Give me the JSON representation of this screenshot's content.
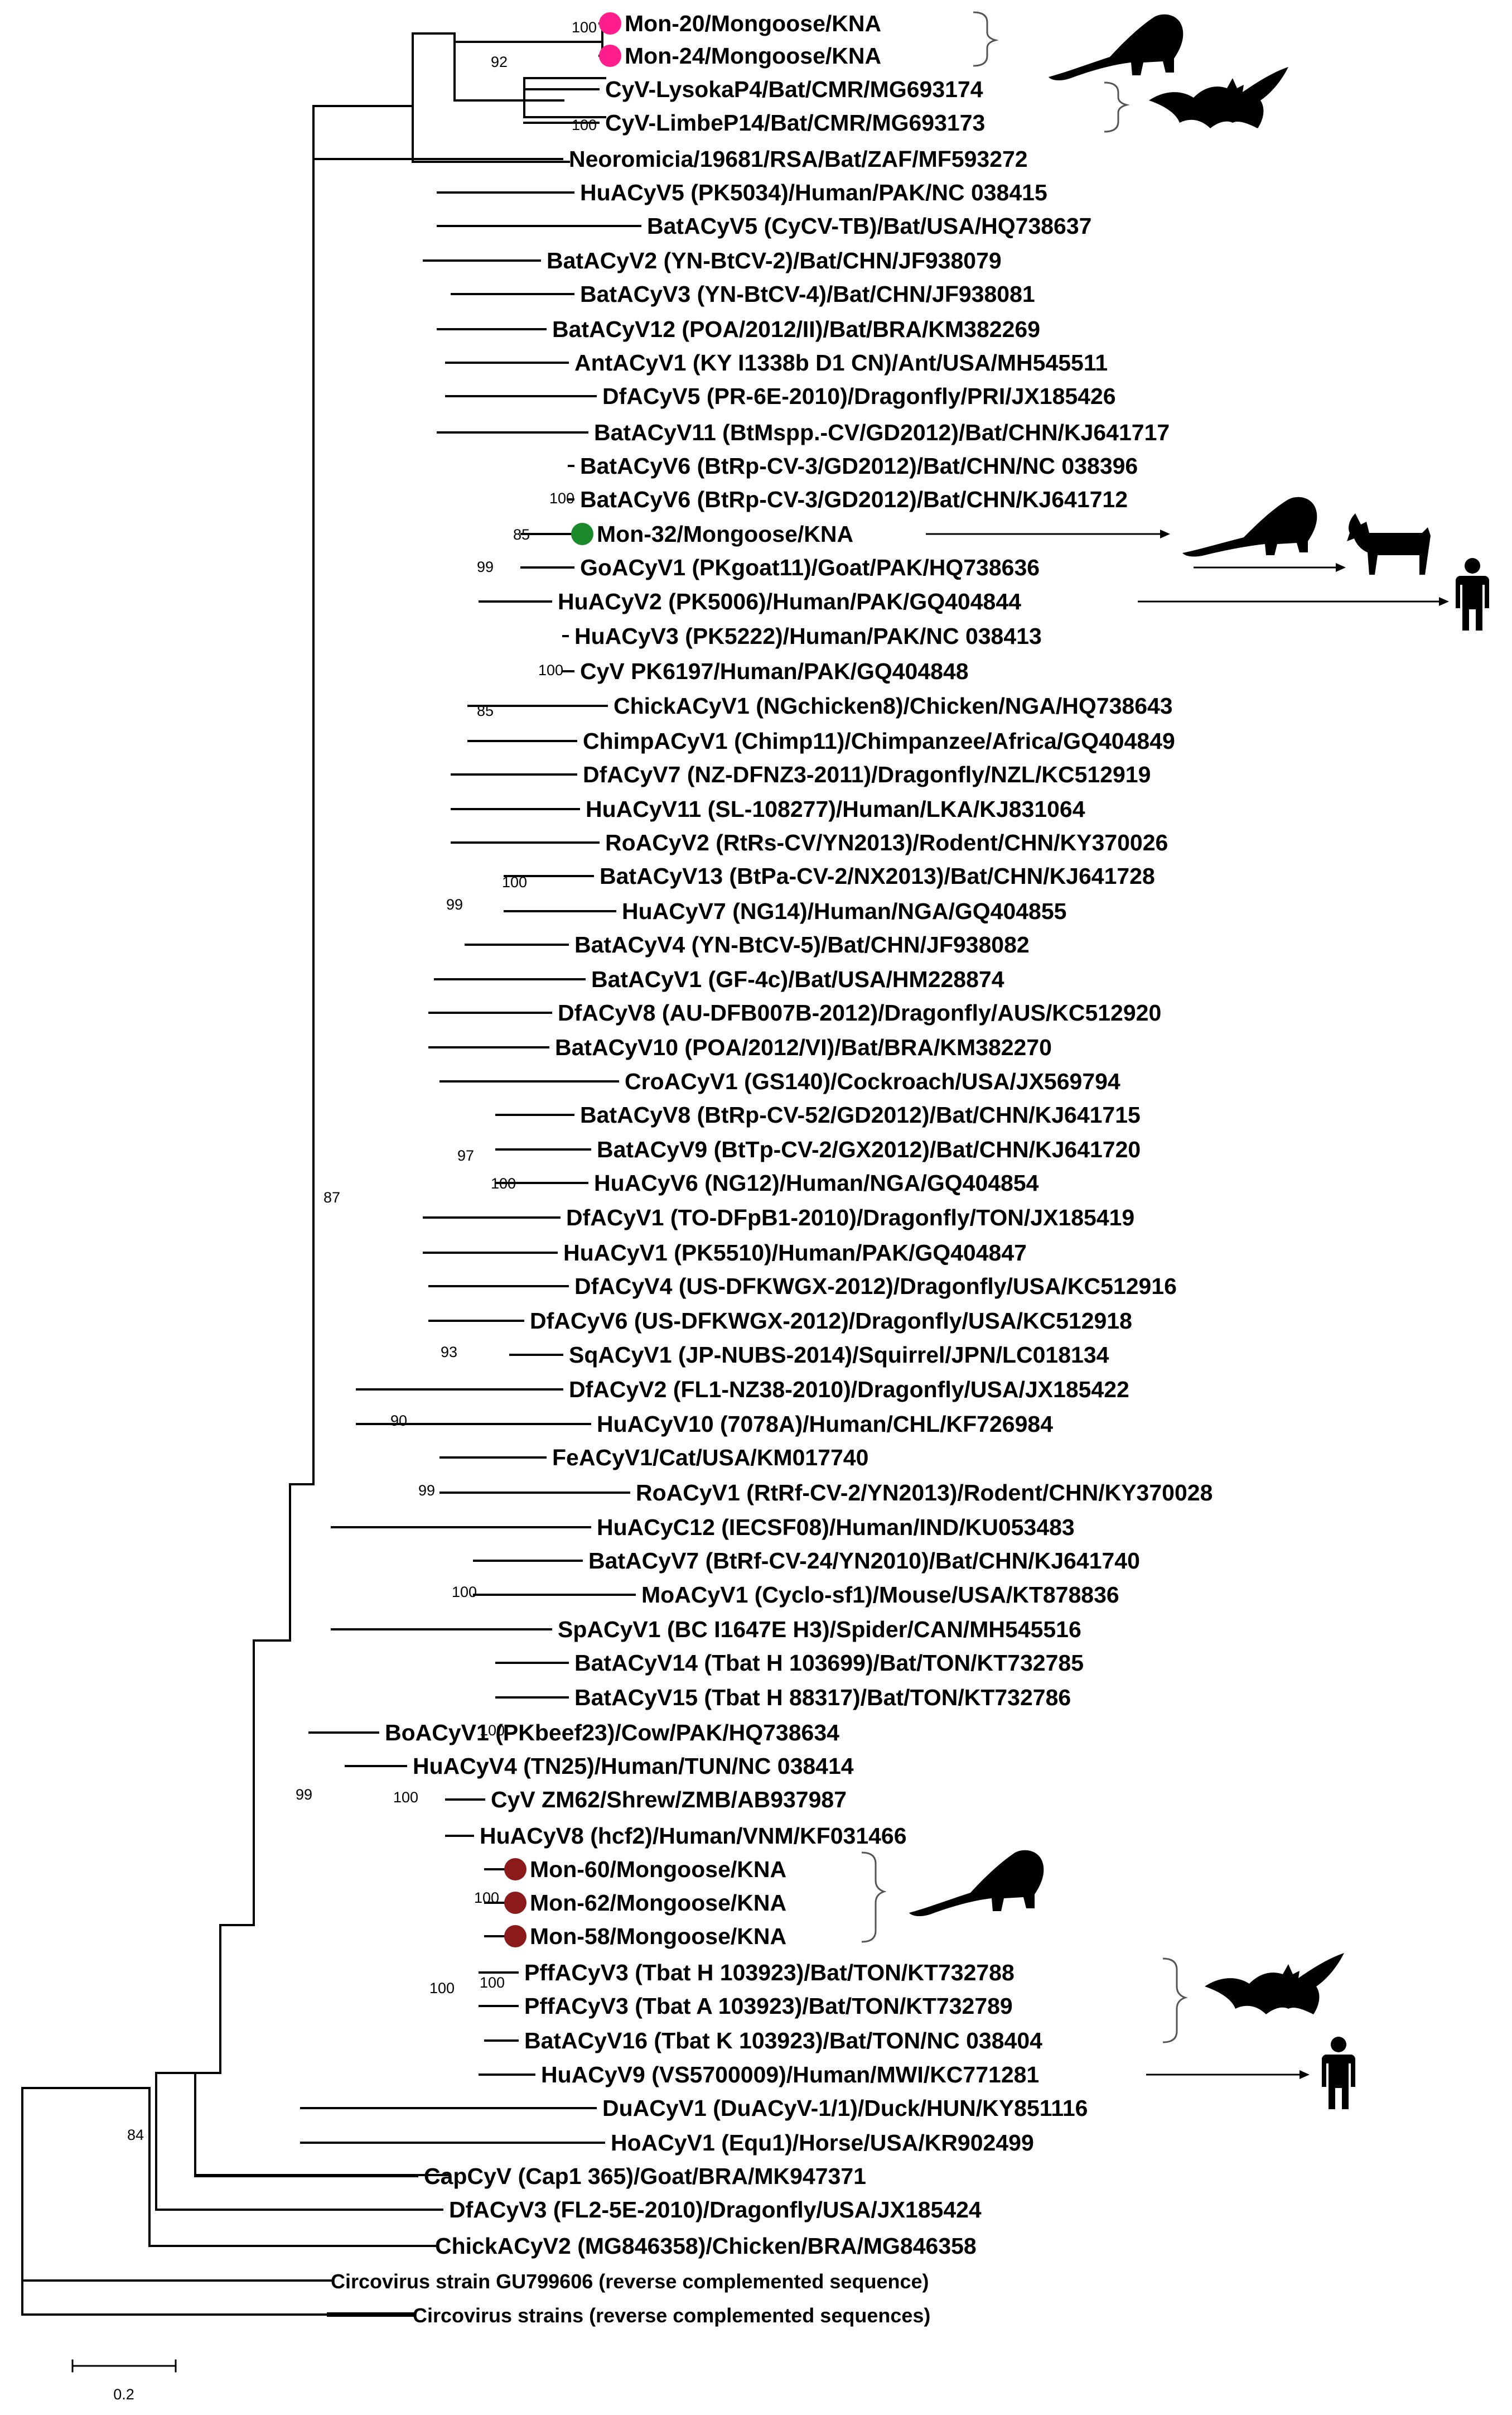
{
  "colors": {
    "mongoose_group_1": "#ff1e8c",
    "mongoose_group_2": "#1a8a2a",
    "mongoose_group_3": "#8b1a1a"
  },
  "tips": [
    "Mon-20/Mongoose/KNA",
    "Mon-24/Mongoose/KNA",
    "CyV-LysokaP4/Bat/CMR/MG693174",
    "CyV-LimbeP14/Bat/CMR/MG693173",
    "Neoromicia/19681/RSA/Bat/ZAF/MF593272",
    "HuACyV5 (PK5034)/Human/PAK/NC 038415",
    "BatACyV5 (CyCV-TB)/Bat/USA/HQ738637",
    "BatACyV2 (YN-BtCV-2)/Bat/CHN/JF938079",
    "BatACyV3 (YN-BtCV-4)/Bat/CHN/JF938081",
    "BatACyV12 (POA/2012/II)/Bat/BRA/KM382269",
    "AntACyV1 (KY I1338b D1 CN)/Ant/USA/MH545511",
    "DfACyV5 (PR-6E-2010)/Dragonfly/PRI/JX185426",
    "BatACyV11 (BtMspp.-CV/GD2012)/Bat/CHN/KJ641717",
    "BatACyV6 (BtRp-CV-3/GD2012)/Bat/CHN/NC 038396",
    "BatACyV6 (BtRp-CV-3/GD2012)/Bat/CHN/KJ641712",
    "Mon-32/Mongoose/KNA",
    "GoACyV1 (PKgoat11)/Goat/PAK/HQ738636",
    "HuACyV2 (PK5006)/Human/PAK/GQ404844",
    "HuACyV3 (PK5222)/Human/PAK/NC 038413",
    "CyV PK6197/Human/PAK/GQ404848",
    "ChickACyV1 (NGchicken8)/Chicken/NGA/HQ738643",
    "ChimpACyV1 (Chimp11)/Chimpanzee/Africa/GQ404849",
    "DfACyV7 (NZ-DFNZ3-2011)/Dragonfly/NZL/KC512919",
    "HuACyV11 (SL-108277)/Human/LKA/KJ831064",
    "RoACyV2 (RtRs-CV/YN2013)/Rodent/CHN/KY370026",
    "BatACyV13 (BtPa-CV-2/NX2013)/Bat/CHN/KJ641728",
    "HuACyV7 (NG14)/Human/NGA/GQ404855",
    "BatACyV4 (YN-BtCV-5)/Bat/CHN/JF938082",
    "BatACyV1 (GF-4c)/Bat/USA/HM228874",
    "DfACyV8 (AU-DFB007B-2012)/Dragonfly/AUS/KC512920",
    "BatACyV10 (POA/2012/VI)/Bat/BRA/KM382270",
    "CroACyV1 (GS140)/Cockroach/USA/JX569794",
    "BatACyV8 (BtRp-CV-52/GD2012)/Bat/CHN/KJ641715",
    "BatACyV9 (BtTp-CV-2/GX2012)/Bat/CHN/KJ641720",
    "HuACyV6 (NG12)/Human/NGA/GQ404854",
    "DfACyV1 (TO-DFpB1-2010)/Dragonfly/TON/JX185419",
    "HuACyV1 (PK5510)/Human/PAK/GQ404847",
    "DfACyV4 (US-DFKWGX-2012)/Dragonfly/USA/KC512916",
    "DfACyV6 (US-DFKWGX-2012)/Dragonfly/USA/KC512918",
    "SqACyV1 (JP-NUBS-2014)/Squirrel/JPN/LC018134",
    "DfACyV2 (FL1-NZ38-2010)/Dragonfly/USA/JX185422",
    "HuACyV10 (7078A)/Human/CHL/KF726984",
    "FeACyV1/Cat/USA/KM017740",
    "RoACyV1 (RtRf-CV-2/YN2013)/Rodent/CHN/KY370028",
    "HuACyC12 (IECSF08)/Human/IND/KU053483",
    "BatACyV7 (BtRf-CV-24/YN2010)/Bat/CHN/KJ641740",
    "MoACyV1 (Cyclo-sf1)/Mouse/USA/KT878836",
    "SpACyV1 (BC I1647E H3)/Spider/CAN/MH545516",
    "BatACyV14 (Tbat H 103699)/Bat/TON/KT732785",
    "BatACyV15 (Tbat H 88317)/Bat/TON/KT732786",
    "BoACyV1 (PKbeef23)/Cow/PAK/HQ738634",
    "HuACyV4 (TN25)/Human/TUN/NC 038414",
    "CyV ZM62/Shrew/ZMB/AB937987",
    "HuACyV8 (hcf2)/Human/VNM/KF031466",
    "Mon-60/Mongoose/KNA",
    "Mon-62/Mongoose/KNA",
    "Mon-58/Mongoose/KNA",
    "PffACyV3 (Tbat H 103923)/Bat/TON/KT732788",
    "PffACyV3 (Tbat A 103923)/Bat/TON/KT732789",
    "BatACyV16 (Tbat K 103923)/Bat/TON/NC 038404",
    "HuACyV9 (VS5700009)/Human/MWI/KC771281",
    "DuACyV1 (DuACyV-1/1)/Duck/HUN/KY851116",
    "HoACyV1 (Equ1)/Horse/USA/KR902499",
    "CapCyV (Cap1 365)/Goat/BRA/MK947371",
    "DfACyV3 (FL2-5E-2010)/Dragonfly/USA/JX185424",
    "ChickACyV2 (MG846358)/Chicken/BRA/MG846358",
    "Circovirus strain GU799606 (reverse complemented sequence)",
    "Circovirus strains (reverse complemented sequences)"
  ],
  "bootstrap": [
    "100",
    "92",
    "100",
    "100",
    "85",
    "99",
    "100",
    "85",
    "100",
    "99",
    "97",
    "100",
    "87",
    "93",
    "90",
    "99",
    "100",
    "100",
    "100",
    "99",
    "100",
    "100",
    "100",
    "84"
  ],
  "scale_bar": "0.2",
  "host_icons": [
    "mongoose-icon",
    "bat-icon",
    "goat-icon",
    "human-icon"
  ]
}
